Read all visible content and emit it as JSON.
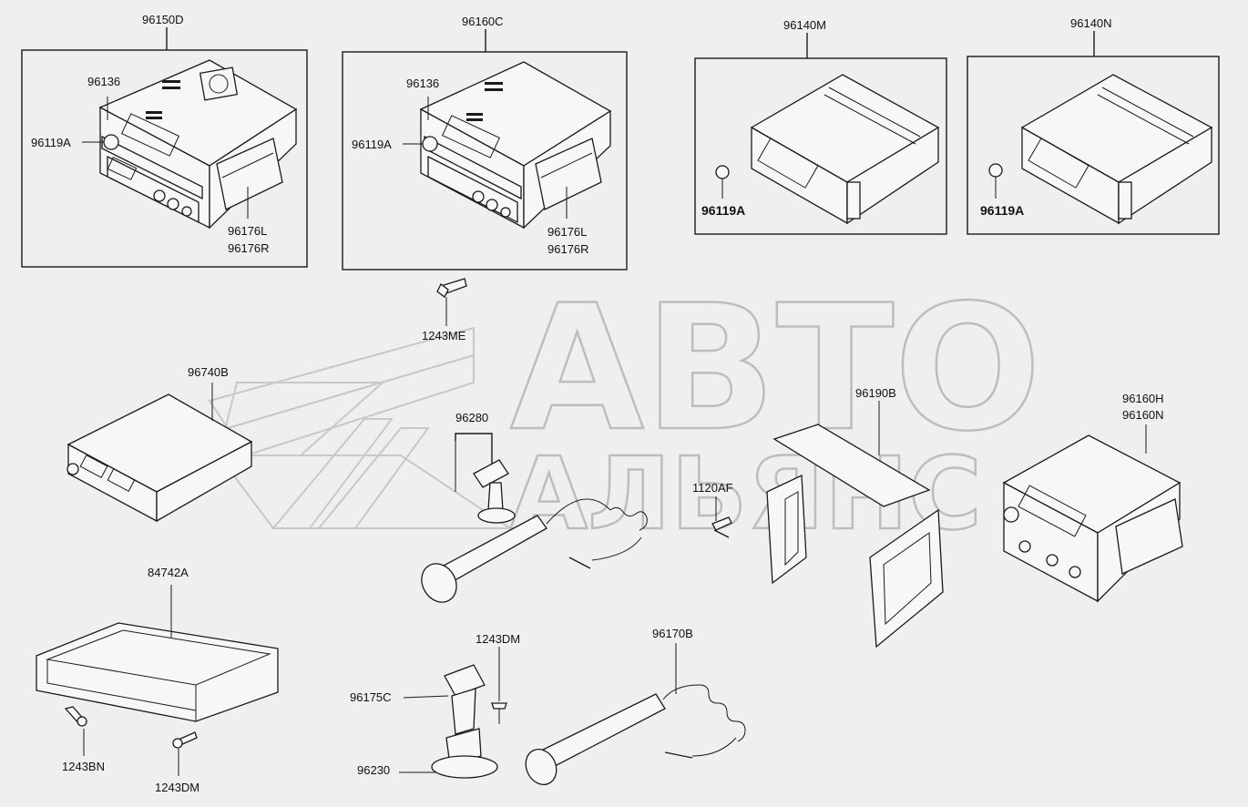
{
  "watermark": {
    "line1": "АВТО",
    "line2": "АЛЬЯНС"
  },
  "labels": {
    "p96150D": "96150D",
    "p96160C": "96160C",
    "p96140M": "96140M",
    "p96140N": "96140N",
    "p96136_a": "96136",
    "p96136_b": "96136",
    "p96119A_a": "96119A",
    "p96119A_b": "96119A",
    "p96119A_c": "96119A",
    "p96119A_d": "96119A",
    "p96176L_a": "96176L",
    "p96176R_a": "96176R",
    "p96176L_b": "96176L",
    "p96176R_b": "96176R",
    "p1243ME": "1243ME",
    "p96740B": "96740B",
    "p96280": "96280",
    "p1120AF": "1120AF",
    "p96190B": "96190B",
    "p96160H": "96160H",
    "p96160N": "96160N",
    "p84742A": "84742A",
    "p1243DM_a": "1243DM",
    "p96170B": "96170B",
    "p96175C": "96175C",
    "p96230": "96230",
    "p1243BN": "1243BN",
    "p1243DM_b": "1243DM"
  }
}
